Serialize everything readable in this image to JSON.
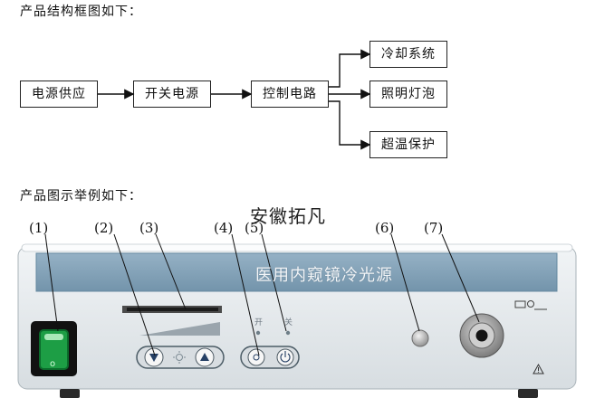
{
  "captions": {
    "structure": "产品结构框图如下：",
    "example": "产品图示举例如下："
  },
  "diagram": {
    "power_supply": "电源供应",
    "switch_power": "开关电源",
    "control_circuit": "控制电路",
    "cooling_system": "冷却系统",
    "lighting_bulb": "照明灯泡",
    "overtemperature_protection": "超温保护"
  },
  "device": {
    "watermark": "安徽拓凡",
    "panel_title": "医用内窥镜冷光源",
    "label_on": "开",
    "label_off": "关",
    "callouts": [
      "(1)",
      "(2)",
      "(3)",
      "(4)",
      "(5)",
      "(6)",
      "(7)"
    ],
    "icons": {
      "down_button": "triangle-down-icon",
      "sun_symbol": "sun-icon",
      "up_button": "triangle-up-icon",
      "standby_button": "standby-icon",
      "power_button": "power-icon",
      "cable_symbol": "cable-icon",
      "warning_symbol": "warning-icon"
    },
    "colors": {
      "panel": "#7fa0b8",
      "body": "#dfe5e8",
      "switch": "#2aa94d"
    }
  }
}
